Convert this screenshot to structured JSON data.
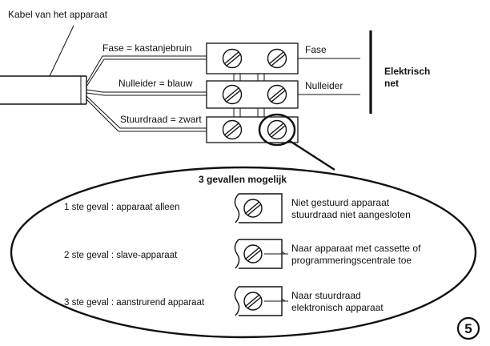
{
  "cable_label": "Kabel van het apparaat",
  "wires": {
    "phase": "Fase = kastanjebruin",
    "neutral": "Nulleider = blauw",
    "control": "Stuurdraad = zwart"
  },
  "network_side": {
    "phase": "Fase",
    "neutral": "Nulleider",
    "network_line1": "Elektrisch",
    "network_line2": "net"
  },
  "cases": {
    "title": "3 gevallen mogelijk",
    "case1_label": "1 ste geval : apparaat alleen",
    "case1_desc_line1": "Niet gestuurd apparaat",
    "case1_desc_line2": "stuurdraad niet aangesloten",
    "case2_label": "2 ste geval : slave-apparaat",
    "case2_desc_line1": "Naar apparaat met cassette of",
    "case2_desc_line2": "programmeringscentrale toe",
    "case3_label": "3 ste geval : aanstrurend apparaat",
    "case3_desc_line1": "Naar stuurdraad",
    "case3_desc_line2": "elektronisch apparaat"
  },
  "step_number": "5"
}
